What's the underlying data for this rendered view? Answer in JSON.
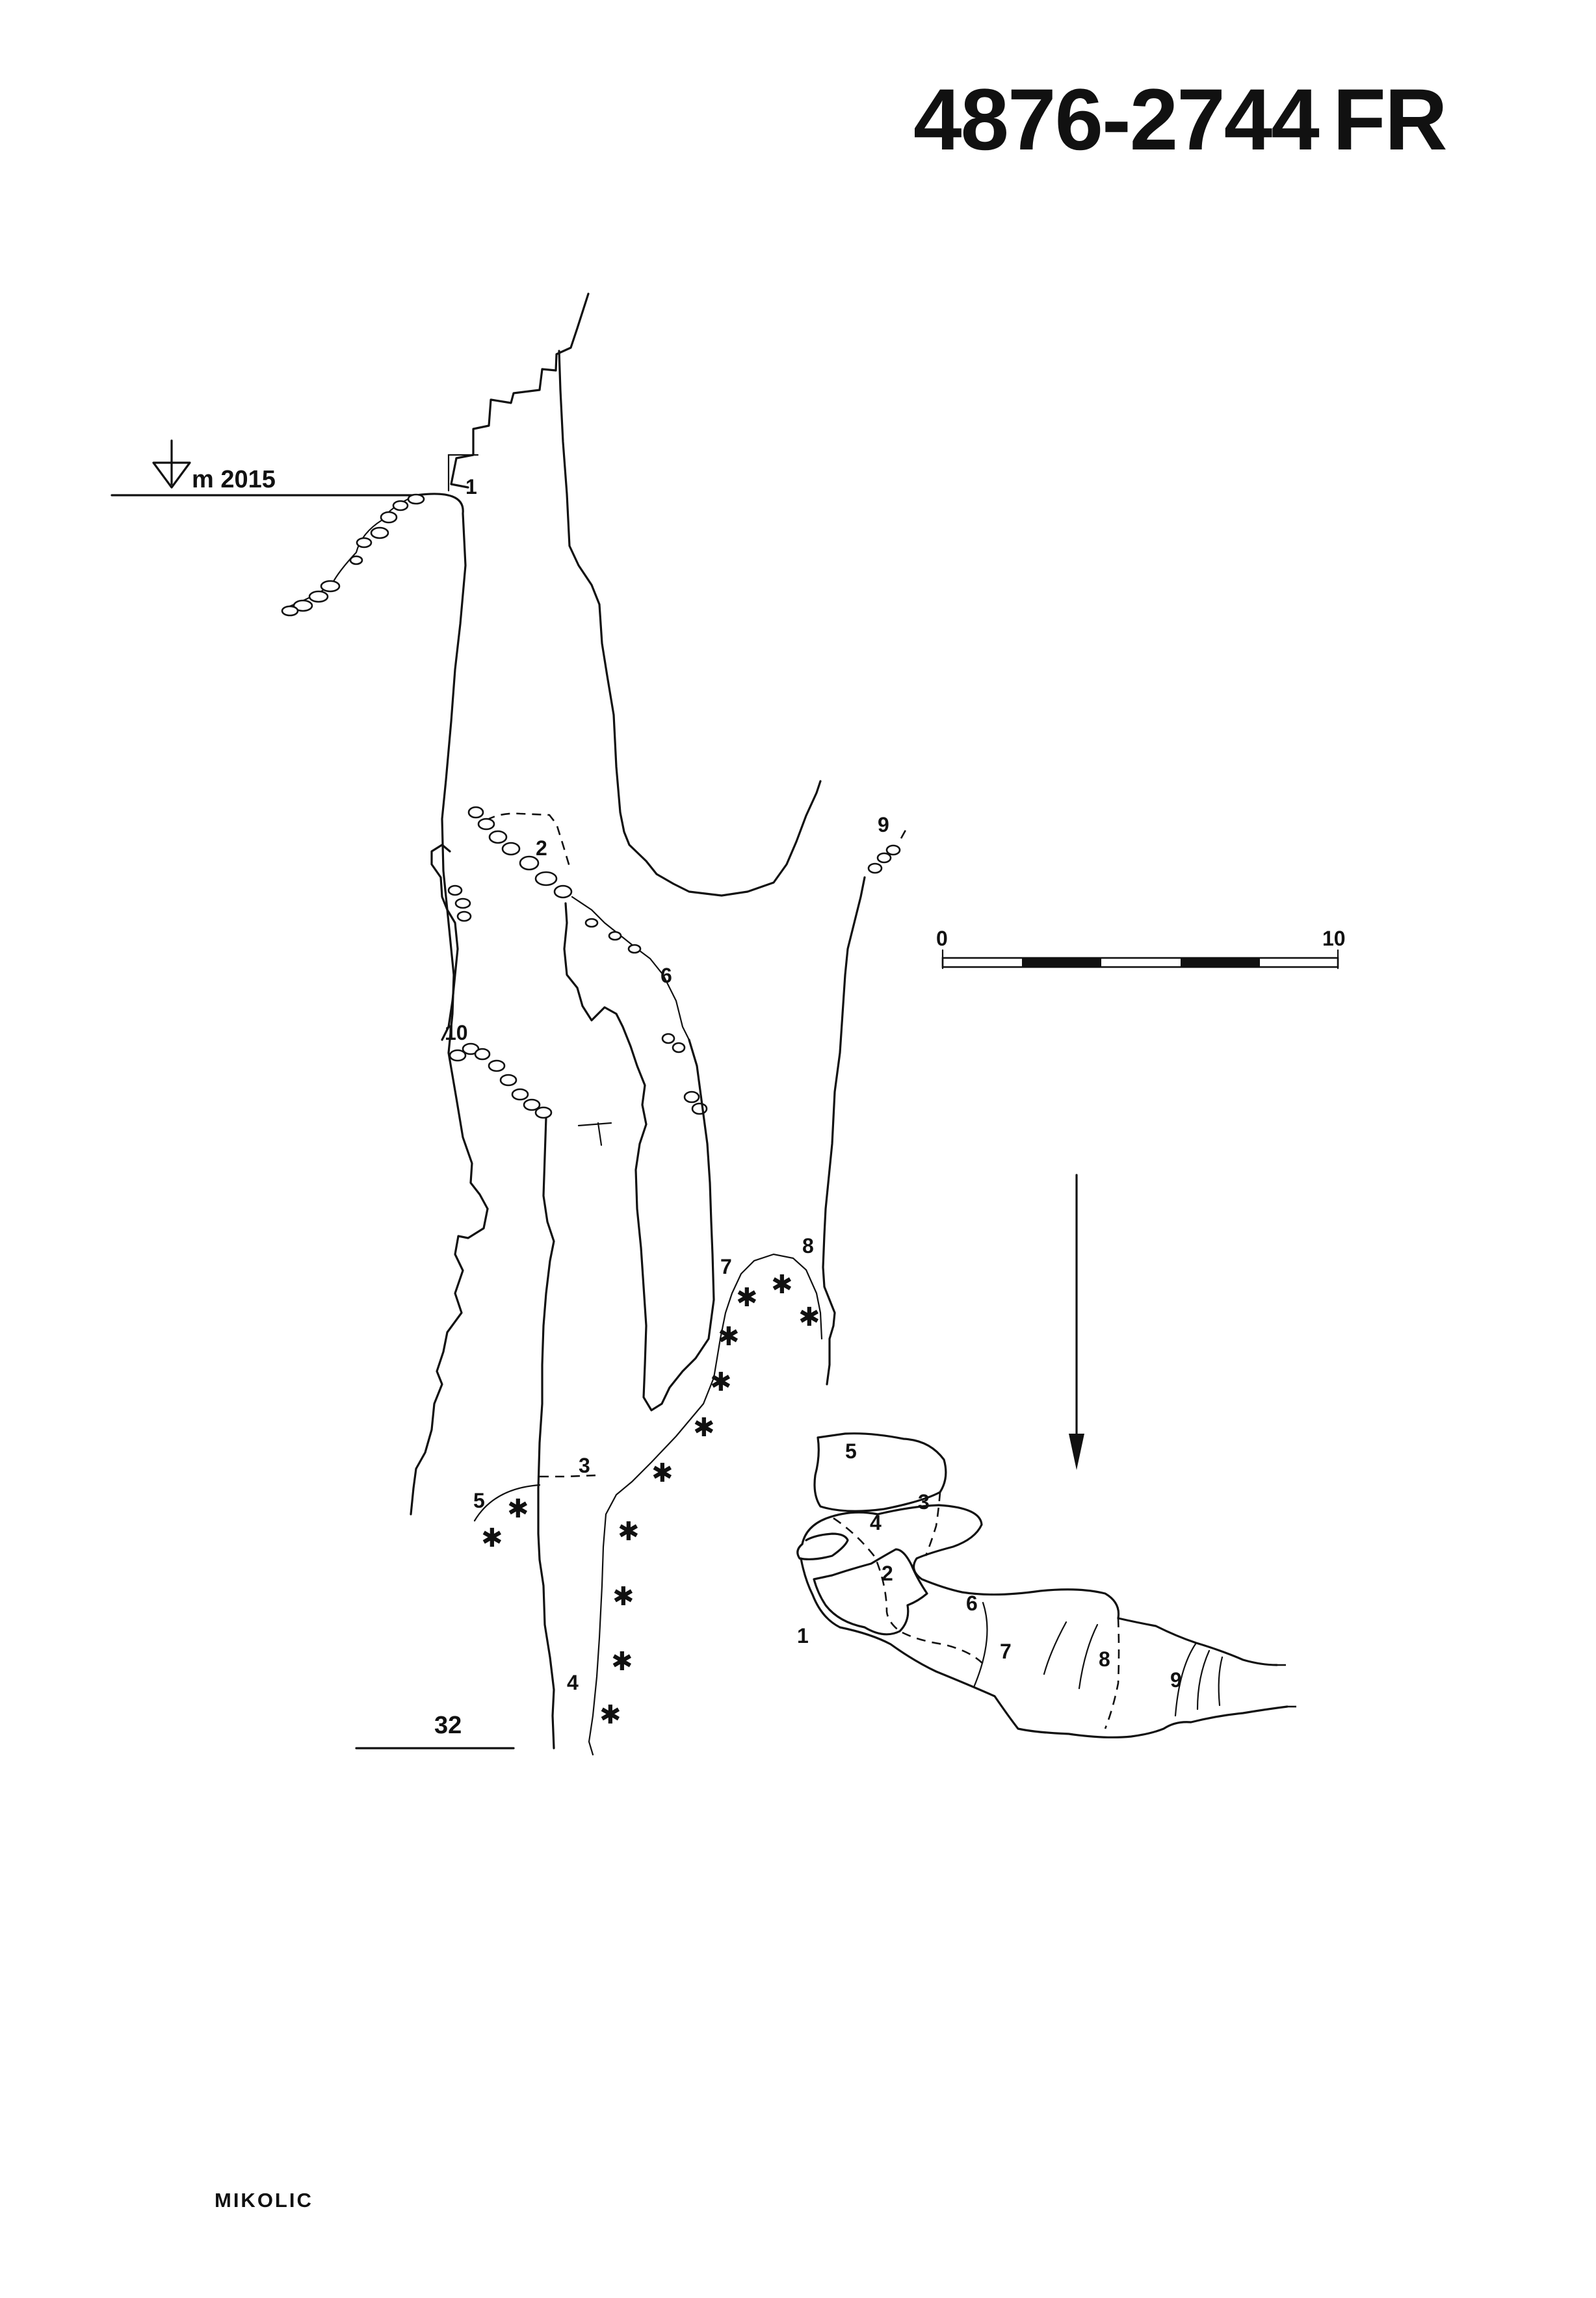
{
  "document": {
    "survey_code": "4876-2744",
    "survey_suffix": "FR",
    "author": "MIKOLIC"
  },
  "section": {
    "entrance_elevation": "m 2015",
    "depth_label": "32",
    "station_labels": [
      "1",
      "2",
      "3",
      "4",
      "5",
      "6",
      "7",
      "8",
      "9",
      "10"
    ]
  },
  "scale_bar": {
    "start_label": "0",
    "end_label": "10"
  },
  "plan": {
    "station_labels": [
      "1",
      "2",
      "3",
      "4",
      "5",
      "6",
      "7",
      "8",
      "9"
    ]
  }
}
